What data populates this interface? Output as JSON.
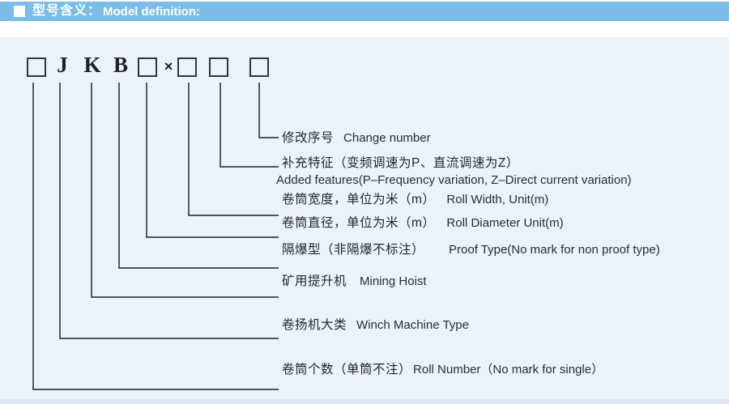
{
  "header": {
    "title_zh": "型号含义：",
    "title_en": "Model definition:"
  },
  "code": {
    "letter_j": "J",
    "letter_k": "K",
    "letter_b": "B",
    "multiply_sign": "×",
    "box_count": 5,
    "sequence": [
      "box",
      "J",
      "K",
      "B",
      "box",
      "×",
      "box",
      "box",
      "box"
    ]
  },
  "labels": [
    {
      "id": "change-number",
      "zh": "修改序号",
      "en": "Change number"
    },
    {
      "id": "added-features",
      "zh": "补充特征（变频调速为P、直流调速为Z）",
      "en": "Added features(P–Frequency variation, Z–Direct current variation)"
    },
    {
      "id": "roll-width",
      "zh": "卷筒宽度，单位为米（m）",
      "en": "Roll Width, Unit(m)"
    },
    {
      "id": "roll-diameter",
      "zh": "卷筒直径，单位为米（m）",
      "en": "Roll Diameter Unit(m)"
    },
    {
      "id": "proof-type",
      "zh": "隔爆型（非隔爆不标注）",
      "en": "Proof Type(No mark for non proof type)"
    },
    {
      "id": "mining-hoist",
      "zh": "矿用提升机",
      "en": "Mining Hoist"
    },
    {
      "id": "winch-type",
      "zh": "卷扬机大类",
      "en": "Winch Machine Type"
    },
    {
      "id": "roll-number",
      "zh": "卷筒个数（单筒不注）",
      "en": "Roll Number（No mark for single）"
    }
  ],
  "colors": {
    "header_bg": "#7abde8",
    "canvas_bg": "#ebf2fa",
    "bottom_strip": "#d9e5f1",
    "line": "#3a3f45",
    "text": "#25282c",
    "box_border": "#30353b"
  }
}
